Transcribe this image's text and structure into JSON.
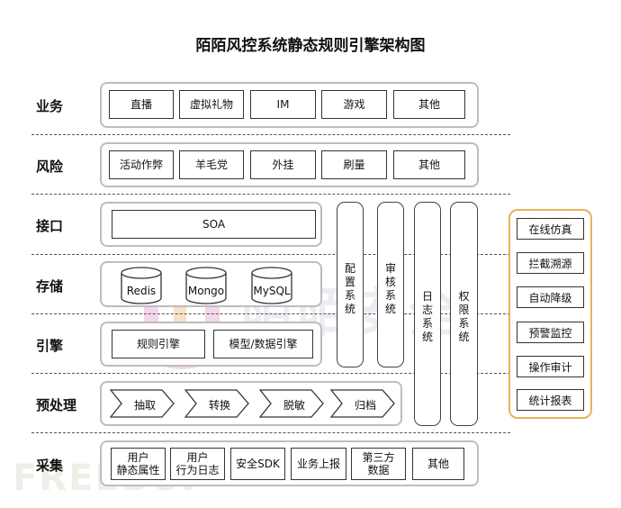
{
  "title": "陌陌风控系统静态规则引擎架构图",
  "rows": {
    "business": {
      "label": "业务",
      "items": [
        "直播",
        "虚拟礼物",
        "IM",
        "游戏",
        "其他"
      ]
    },
    "risk": {
      "label": "风险",
      "items": [
        "活动作弊",
        "羊毛党",
        "外挂",
        "刷量",
        "其他"
      ]
    },
    "interface": {
      "label": "接口",
      "items": [
        "SOA"
      ]
    },
    "storage": {
      "label": "存储",
      "items": [
        "Redis",
        "Mongo",
        "MySQL"
      ]
    },
    "engine": {
      "label": "引擎",
      "items": [
        "规则引擎",
        "模型/数据引擎"
      ]
    },
    "preprocess": {
      "label": "预处理",
      "items": [
        "抽取",
        "转换",
        "脱敏",
        "归档"
      ]
    },
    "collect": {
      "label": "采集",
      "items": [
        "用户\n静态属性",
        "用户\n行为日志",
        "安全SDK",
        "业务上报",
        "第三方\n数据",
        "其他"
      ]
    }
  },
  "vertical_systems": [
    "配置系统",
    "审核系统",
    "日志系统",
    "权限系统"
  ],
  "side_panel": [
    "在线仿真",
    "拦截溯源",
    "自动降级",
    "预警监控",
    "操作审计",
    "统计报表"
  ],
  "watermark": {
    "center": "陌陌安全",
    "corner": "FREEBUF"
  },
  "colors": {
    "dashed_line": "#555555",
    "group_border": "#bdbdbd",
    "side_border": "#e6b35a",
    "watermark": "#e9e9ef"
  }
}
